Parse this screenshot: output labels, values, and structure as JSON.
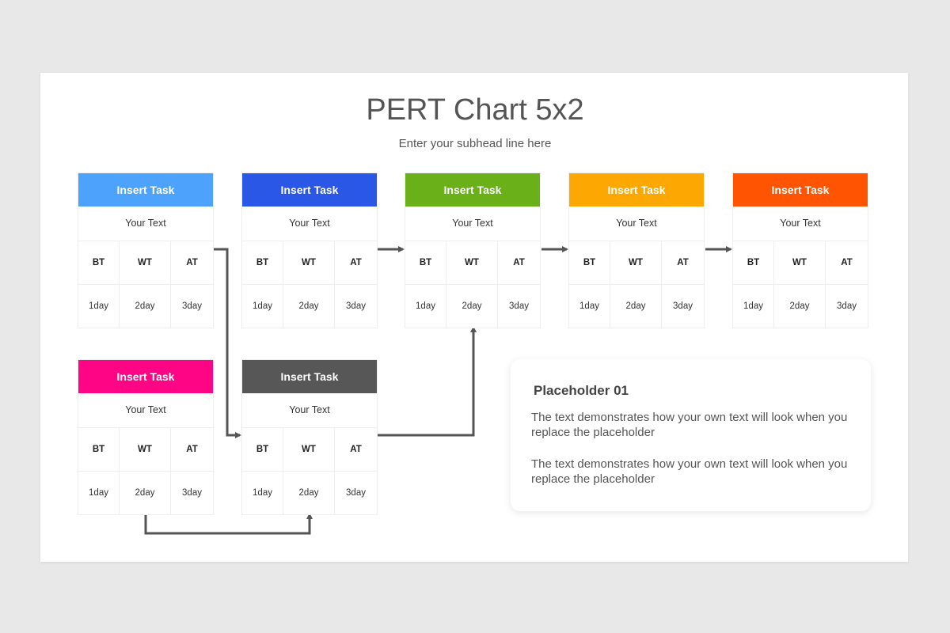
{
  "title": "PERT Chart 5x2",
  "subhead": "Enter your subhead line here",
  "cards": [
    {
      "color": "#4da3fb",
      "task": "Insert Task",
      "text": "Your Text",
      "labels": [
        "BT",
        "WT",
        "AT"
      ],
      "values": [
        "1day",
        "2day",
        "3day"
      ]
    },
    {
      "color": "#2a57e6",
      "task": "Insert Task",
      "text": "Your Text",
      "labels": [
        "BT",
        "WT",
        "AT"
      ],
      "values": [
        "1day",
        "2day",
        "3day"
      ]
    },
    {
      "color": "#6ab019",
      "task": "Insert Task",
      "text": "Your Text",
      "labels": [
        "BT",
        "WT",
        "AT"
      ],
      "values": [
        "1day",
        "2day",
        "3day"
      ]
    },
    {
      "color": "#fda702",
      "task": "Insert Task",
      "text": "Your Text",
      "labels": [
        "BT",
        "WT",
        "AT"
      ],
      "values": [
        "1day",
        "2day",
        "3day"
      ]
    },
    {
      "color": "#ff5502",
      "task": "Insert Task",
      "text": "Your Text",
      "labels": [
        "BT",
        "WT",
        "AT"
      ],
      "values": [
        "1day",
        "2day",
        "3day"
      ]
    },
    {
      "color": "#fd0584",
      "task": "Insert Task",
      "text": "Your Text",
      "labels": [
        "BT",
        "WT",
        "AT"
      ],
      "values": [
        "1day",
        "2day",
        "3day"
      ]
    },
    {
      "color": "#575757",
      "task": "Insert Task",
      "text": "Your Text",
      "labels": [
        "BT",
        "WT",
        "AT"
      ],
      "values": [
        "1day",
        "2day",
        "3day"
      ]
    }
  ],
  "placeholder": {
    "title": "Placeholder 01",
    "p1": "The text demonstrates how your own text will look when you replace the placeholder",
    "p2": "The text demonstrates how your own text will look when you replace the placeholder"
  }
}
